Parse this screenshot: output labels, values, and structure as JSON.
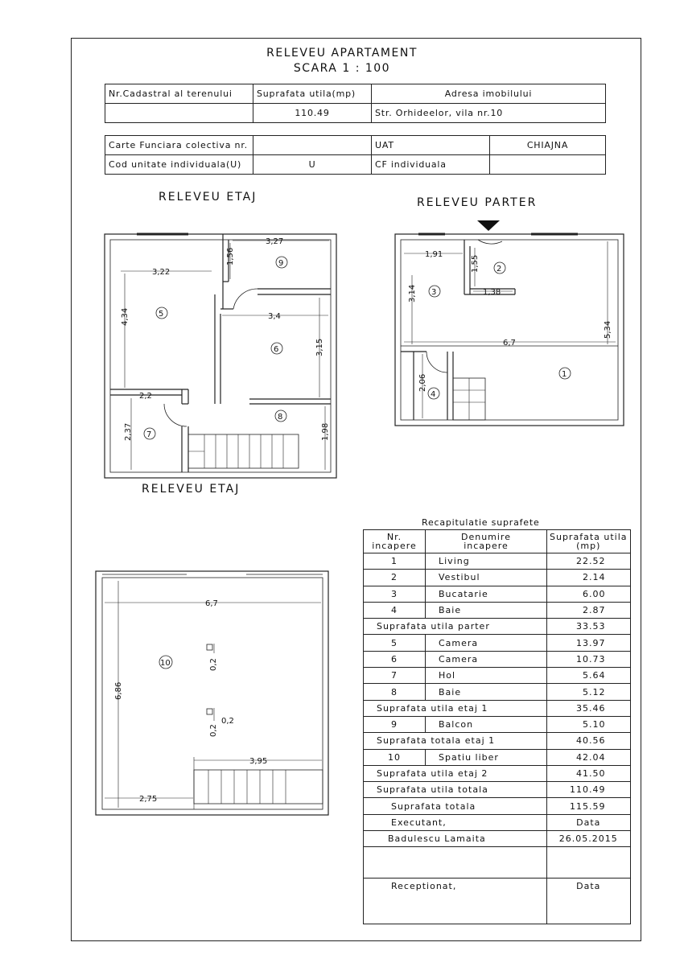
{
  "header": {
    "title": "RELEVEU APARTAMENT",
    "scale": "SCARA 1 : 100"
  },
  "cadastral": {
    "col1_label": "Nr.Cadastral al terenului",
    "col2_label": "Suprafata utila(mp)",
    "col3_label": "Adresa imobilului",
    "col2_value": "110.49",
    "col3_value": "Str. Orhideelor, vila nr.10"
  },
  "registry": {
    "row1_label": "Carte Funciara colectiva nr.",
    "row1_uat_label": "UAT",
    "row1_uat_value": "CHIAJNA",
    "row2_label": "Cod unitate individuala(U)",
    "row2_value": "U",
    "row2_cf_label": "CF individuala"
  },
  "plans": {
    "etaj_top_label": "RELEVEU ETAJ",
    "parter_label": "RELEVEU PARTER",
    "etaj_bottom_label": "RELEVEU ETAJ",
    "etaj": {
      "dims": [
        "3,27",
        "1,56",
        "3,22",
        "4,34",
        "3,4",
        "3,15",
        "2,2",
        "2,37",
        "1,98"
      ],
      "rooms": [
        "9",
        "5",
        "6",
        "8",
        "7"
      ]
    },
    "parter": {
      "dims": [
        "1,91",
        "1,55",
        "1,38",
        "3,14",
        "6,7",
        "5,34",
        "2,06"
      ],
      "rooms": [
        "2",
        "3",
        "1",
        "4"
      ]
    },
    "etaj2": {
      "dims": [
        "6,7",
        "6,86",
        "0,2",
        "0,2",
        "0,2",
        "3,95",
        "2,75"
      ],
      "rooms": [
        "10"
      ]
    }
  },
  "summary": {
    "caption": "Recapitulatie suprafete",
    "headers": {
      "nr_line1": "Nr.",
      "nr_line2": "incapere",
      "den_line1": "Denumire",
      "den_line2": "incapere",
      "sup_line1": "Suprafata utila",
      "sup_line2": "(mp)"
    },
    "rows": [
      {
        "nr": "1",
        "name": "Living",
        "area": "22.52"
      },
      {
        "nr": "2",
        "name": "Vestibul",
        "area": "2.14"
      },
      {
        "nr": "3",
        "name": "Bucatarie",
        "area": "6.00"
      },
      {
        "nr": "4",
        "name": "Baie",
        "area": "2.87"
      }
    ],
    "parter_total_label": "Suprafata utila parter",
    "parter_total": "33.53",
    "rows_etaj1": [
      {
        "nr": "5",
        "name": "Camera",
        "area": "13.97"
      },
      {
        "nr": "6",
        "name": "Camera",
        "area": "10.73"
      },
      {
        "nr": "7",
        "name": "Hol",
        "area": "5.64"
      },
      {
        "nr": "8",
        "name": "Baie",
        "area": "5.12"
      }
    ],
    "etaj1_util_label": "Suprafata utila etaj 1",
    "etaj1_util": "35.46",
    "balcon": {
      "nr": "9",
      "name": "Balcon",
      "area": "5.10"
    },
    "etaj1_total_label": "Suprafata totala etaj 1",
    "etaj1_total": "40.56",
    "spatiu": {
      "nr": "10",
      "name": "Spatiu liber",
      "area": "42.04"
    },
    "etaj2_util_label": "Suprafata utila etaj 2",
    "etaj2_util": "41.50",
    "total_util_label": "Suprafata utila totala",
    "total_util": "110.49",
    "total_label": "Suprafata totala",
    "total": "115.59",
    "executant_label": "Executant,",
    "data_label": "Data",
    "executant_name": "Badulescu Lamaita",
    "executant_date": "26.05.2015",
    "receptionat_label": "Receptionat,",
    "receptionat_data_label": "Data"
  }
}
